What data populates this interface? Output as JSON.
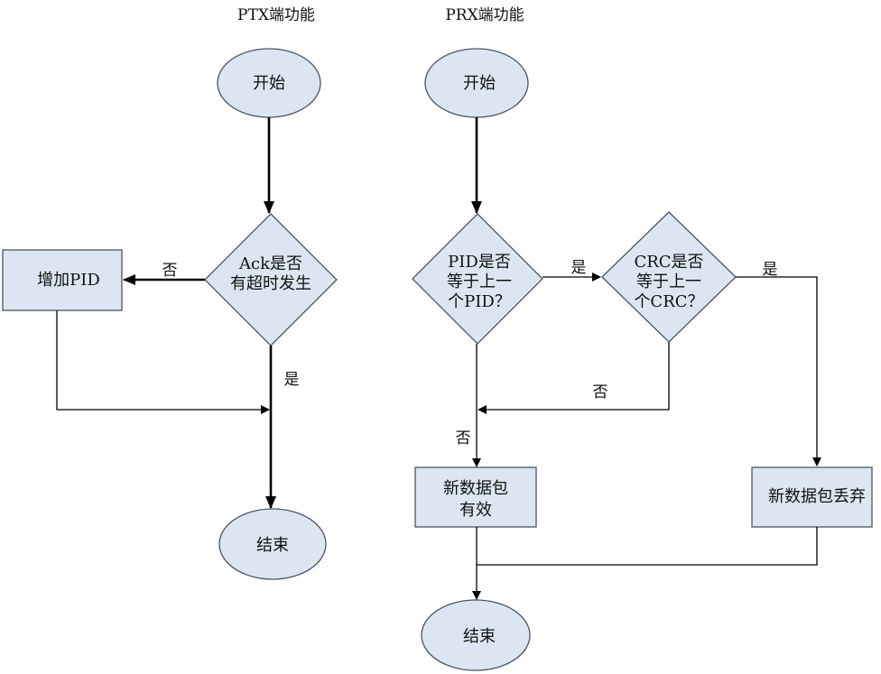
{
  "colors": {
    "node_fill": "#dce6f2",
    "node_stroke": "#4a5560",
    "line": "#000000"
  },
  "ptx": {
    "title": "PTX端功能",
    "start": "开始",
    "decision_line1": "Ack是否",
    "decision_line2": "有超时发生",
    "increment_box": "增加PID",
    "edge_no": "否",
    "edge_yes": "是",
    "end": "结束"
  },
  "prx": {
    "title": "PRX端功能",
    "start": "开始",
    "pid_decision_line1": "PID是否",
    "pid_decision_line2": "等于上一",
    "pid_decision_line3": "个PID？",
    "crc_decision_line1": "CRC是否",
    "crc_decision_line2": "等于上一",
    "crc_decision_line3": "个CRC？",
    "edge_pid_yes": "是",
    "edge_crc_yes": "是",
    "edge_crc_no": "否",
    "edge_pid_no": "否",
    "valid_box_line1": "新数据包",
    "valid_box_line2": "有效",
    "discard_box": "新数据包丢弃",
    "end": "结束"
  }
}
